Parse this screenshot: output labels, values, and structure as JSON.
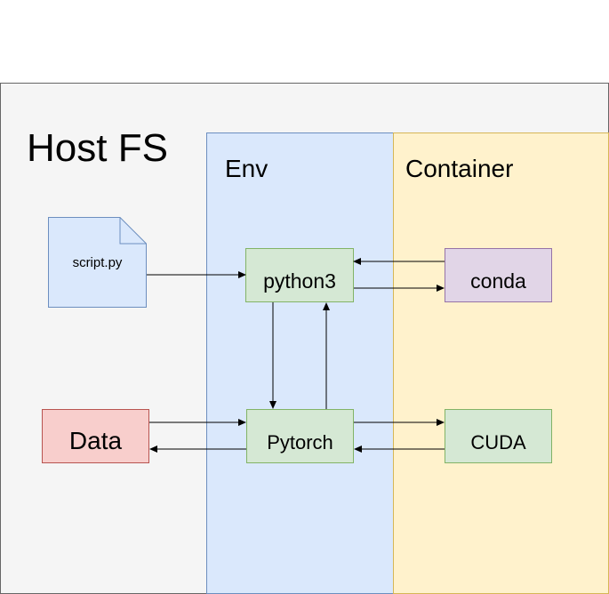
{
  "host": {
    "title": "Host FS",
    "fill": "#f5f5f5",
    "stroke": "#666666"
  },
  "env": {
    "title": "Env",
    "fill": "#dae8fc",
    "stroke": "#6c8ebf"
  },
  "container": {
    "title": "Container",
    "fill": "#fff2cc",
    "stroke": "#d6b656"
  },
  "nodes": {
    "script": {
      "label": "script.py",
      "fill": "#dae8fc",
      "stroke": "#6c8ebf",
      "shape": "note"
    },
    "python3": {
      "label": "python3",
      "fill": "#d5e8d4",
      "stroke": "#82b366"
    },
    "pytorch": {
      "label": "Pytorch",
      "fill": "#d5e8d4",
      "stroke": "#82b366"
    },
    "conda": {
      "label": "conda",
      "fill": "#e1d5e7",
      "stroke": "#9673a6"
    },
    "cuda": {
      "label": "CUDA",
      "fill": "#d5e8d4",
      "stroke": "#82b366"
    },
    "data": {
      "label": "Data",
      "fill": "#f8cecc",
      "stroke": "#b85450"
    }
  },
  "edges": [
    {
      "from": "script",
      "to": "python3"
    },
    {
      "from": "conda",
      "to": "python3"
    },
    {
      "from": "python3",
      "to": "conda"
    },
    {
      "from": "python3",
      "to": "pytorch"
    },
    {
      "from": "pytorch",
      "to": "python3"
    },
    {
      "from": "data",
      "to": "pytorch"
    },
    {
      "from": "pytorch",
      "to": "data"
    },
    {
      "from": "pytorch",
      "to": "cuda"
    },
    {
      "from": "cuda",
      "to": "pytorch"
    }
  ]
}
